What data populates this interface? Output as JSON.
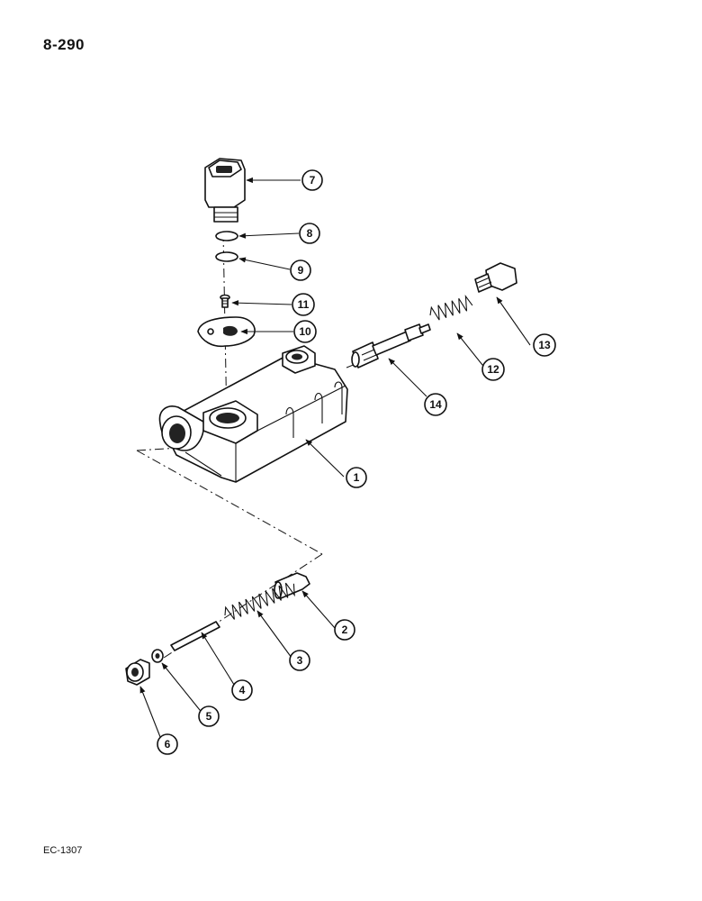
{
  "page": {
    "page_number": "8-290",
    "figure_code": "EC-1307"
  },
  "callouts": [
    {
      "id": "1",
      "label": "1"
    },
    {
      "id": "2",
      "label": "2"
    },
    {
      "id": "3",
      "label": "3"
    },
    {
      "id": "4",
      "label": "4"
    },
    {
      "id": "5",
      "label": "5"
    },
    {
      "id": "6",
      "label": "6"
    },
    {
      "id": "7",
      "label": "7"
    },
    {
      "id": "8",
      "label": "8"
    },
    {
      "id": "9",
      "label": "9"
    },
    {
      "id": "10",
      "label": "10"
    },
    {
      "id": "11",
      "label": "11"
    },
    {
      "id": "12",
      "label": "12"
    },
    {
      "id": "13",
      "label": "13"
    },
    {
      "id": "14",
      "label": "14"
    }
  ]
}
